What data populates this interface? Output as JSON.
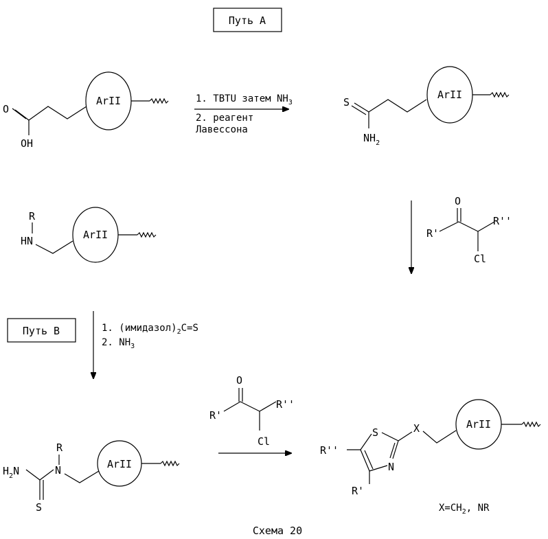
{
  "route_a_label": "Путь А",
  "route_b_label": "Путь В",
  "ring_label": "ArII",
  "atoms": {
    "O": "O",
    "OH": "OH",
    "S": "S",
    "NH": "NH",
    "two": "2",
    "R": "R",
    "HN": "HN",
    "R_prime": "R'",
    "R_double_prime": "R''",
    "Cl": "Cl",
    "H": "H",
    "N": "N",
    "X": "X"
  },
  "step_a": {
    "line1_prefix": "1. TBTU затем NH",
    "line1_sub": "3",
    "line2": "2. реагент",
    "line3": "Лавессона"
  },
  "step_b": {
    "line1_prefix": "1. (имидазол)",
    "line1_sub": "2",
    "line1_suffix": "C=S",
    "line2_prefix": "2. NH",
    "line2_sub": "3"
  },
  "x_definition": {
    "prefix": "X=CH",
    "sub": "2",
    "suffix": ", NR"
  },
  "caption": "Схема 20"
}
